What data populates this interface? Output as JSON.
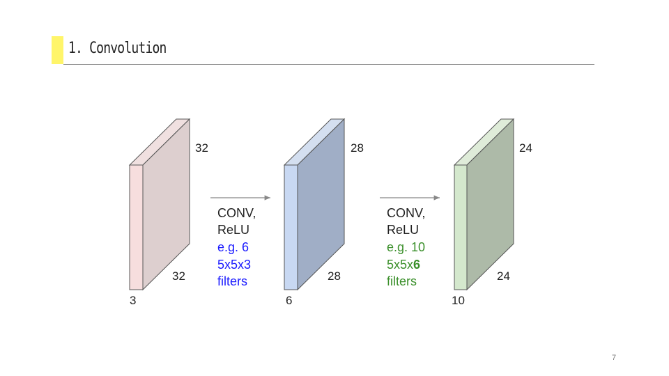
{
  "slide": {
    "title": "1. Convolution",
    "page_number": "7",
    "accent_color": "#fff56a"
  },
  "volumes": [
    {
      "height": "32",
      "width": "32",
      "depth": "3",
      "front_color": "#f7dede",
      "side_color": "#ddcfcf",
      "top_color": "#f0e0e0"
    },
    {
      "height": "28",
      "width": "28",
      "depth": "6",
      "front_color": "#c8d8f2",
      "side_color": "#a0aec6",
      "top_color": "#d4dff0"
    },
    {
      "height": "24",
      "width": "24",
      "depth": "10",
      "front_color": "#d4e8cd",
      "side_color": "#adbaa8",
      "top_color": "#dfecd9"
    }
  ],
  "operations": [
    {
      "line1": "CONV,",
      "line2": "ReLU",
      "line3": "e.g. 6",
      "line4": "5x5x3",
      "line5": "filters",
      "line4_bold_part": "",
      "highlight_color": "#1a1aff"
    },
    {
      "line1": "CONV,",
      "line2": "ReLU",
      "line3": "e.g. 10",
      "line4": "5x5x",
      "line4_bold_part": "6",
      "line5": "filters",
      "highlight_color": "#3a8f2a"
    }
  ]
}
